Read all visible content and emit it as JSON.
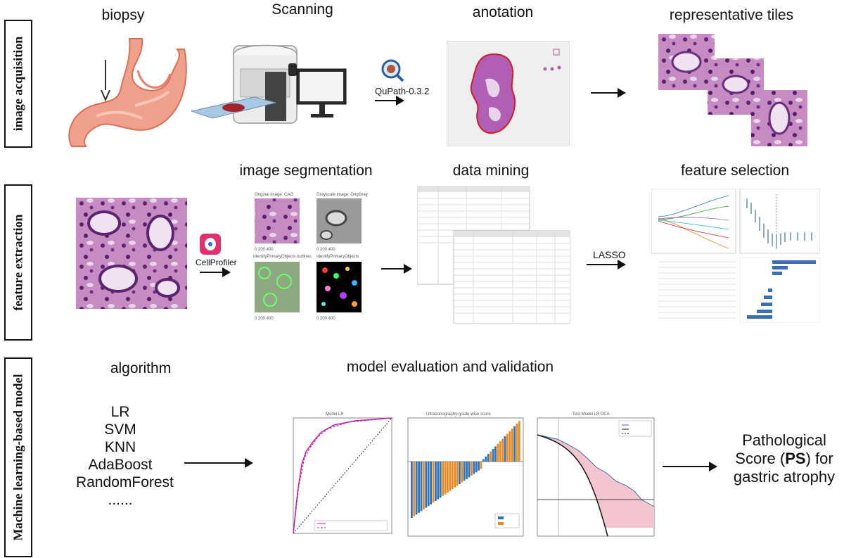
{
  "sections": {
    "acquisition": "image acquisition",
    "extraction": "feature extraction",
    "model": "Machine learning-based model"
  },
  "stages": {
    "biopsy": "biopsy",
    "scanning": "Scanning",
    "annotation": "anotation",
    "tiles": "representative tiles",
    "segmentation": "image segmentation",
    "mining": "data mining",
    "selection": "feature selection",
    "algorithm": "algorithm",
    "evaluation": "model evaluation and validation"
  },
  "tools": {
    "qupath": "QuPath-0.3.2",
    "cellprofiler": "CellProfiler",
    "lasso": "LASSO"
  },
  "segmentation_panels": {
    "original": "Original image: CAG",
    "grayscale": "Grayscale image: OrigGray",
    "outlines": "IdentifyPrimaryObjects outlines",
    "objects": "IdentifyPrimaryObjects"
  },
  "algorithms": [
    "LR",
    "SVM",
    "KNN",
    "AdaBoost",
    "RandomForest",
    "......"
  ],
  "result": {
    "line1": "Pathological",
    "line2_a": "Score (",
    "line2_b": "PS",
    "line2_c": ")  for",
    "line3": "gastric atrophy"
  },
  "charts": {
    "roc_title": "Model LR",
    "bar_title": "Ultrasonography-grade-wise score",
    "dca_title": "Test Model LR DCA"
  },
  "colors": {
    "tissue_purple": "#8e4a9c",
    "tissue_pink": "#d49ac9",
    "roc_magenta": "#e0169c",
    "bar_blue": "#2f74b8",
    "bar_orange": "#ef8a22",
    "dca_pink": "#f4c4cf",
    "lasso_blue": "#3a6fb8"
  }
}
